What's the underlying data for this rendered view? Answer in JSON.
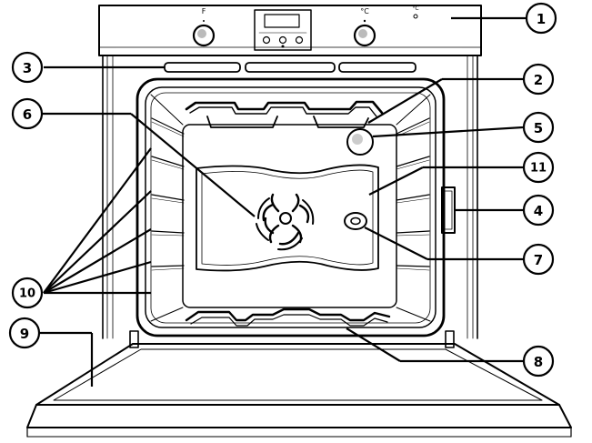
{
  "knob_labels": {
    "left": "F",
    "right": "°C"
  },
  "callouts": {
    "c1": "1",
    "c2": "2",
    "c3": "3",
    "c4": "4",
    "c5": "5",
    "c6": "6",
    "c7": "7",
    "c8": "8",
    "c9": "9",
    "c10": "10",
    "c11": "11"
  }
}
